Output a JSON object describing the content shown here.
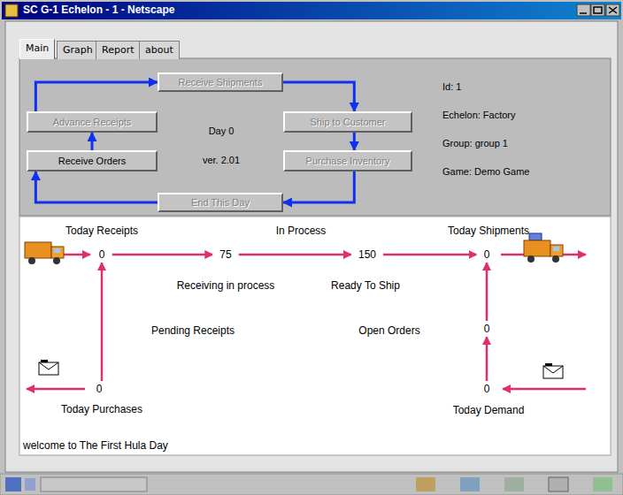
{
  "diagram": {
    "nodes": [
      {
        "text": [
          "Main"
        ]
      },
      {
        "text": [
          "Graph"
        ]
      },
      {
        "text": [
          "Report"
        ]
      },
      {
        "text": [
          "about"
        ]
      },
      {
        "text": [
          "Receive Shipments"
        ]
      },
      {
        "text": [
          "Advance Receipts"
        ]
      },
      {
        "text": [
          "Ship to Customer"
        ]
      },
      {
        "text": [
          "Receive Orders"
        ]
      },
      {
        "text": [
          "Purchase Inventory"
        ]
      },
      {
        "text": [
          "End This Day"
        ]
      },
      {
        "text": [
          "0"
        ]
      },
      {
        "text": [
          "75"
        ]
      },
      {
        "text": [
          "150"
        ]
      },
      {
        "text": [
          "0"
        ]
      },
      {
        "text": [
          "0"
        ]
      },
      {
        "text": [
          "0"
        ]
      },
      {
        "text": [
          "0"
        ]
      }
    ],
    "edges": [
      {
        "from": 7,
        "to": 5,
        "arrow": "to"
      },
      {
        "from": 5,
        "to": 4,
        "arrow": "to"
      },
      {
        "from": 4,
        "to": 6,
        "arrow": "to"
      },
      {
        "from": 6,
        "to": 8,
        "arrow": "to"
      },
      {
        "from": 8,
        "to": 9,
        "arrow": "to"
      },
      {
        "from": 9,
        "to": 7,
        "arrow": "to"
      },
      {
        "from": 10,
        "to": 11,
        "arrow": "to"
      },
      {
        "from": 11,
        "to": 12,
        "arrow": "to"
      },
      {
        "from": 12,
        "to": 13,
        "arrow": "to"
      },
      {
        "from": 15,
        "to": 10,
        "arrow": "to"
      },
      {
        "from": 16,
        "to": 14,
        "arrow": "to"
      },
      {
        "from": 14,
        "to": 13,
        "arrow": "to"
      }
    ],
    "labels": [
      "SC G-1 Echelon - 1 - Netscape",
      "Day 0",
      "ver. 2.01",
      "Id: 1",
      "Echelon: Factory",
      "Group: group 1",
      "Game: Demo Game",
      "Today Receipts",
      "In Process",
      "Today Shipments",
      "Receiving in process",
      "Ready To Ship",
      "Pending Receipts",
      "Open Orders",
      "Today Purchases",
      "Today Demand",
      "welcome to The First Hula Day"
    ]
  }
}
